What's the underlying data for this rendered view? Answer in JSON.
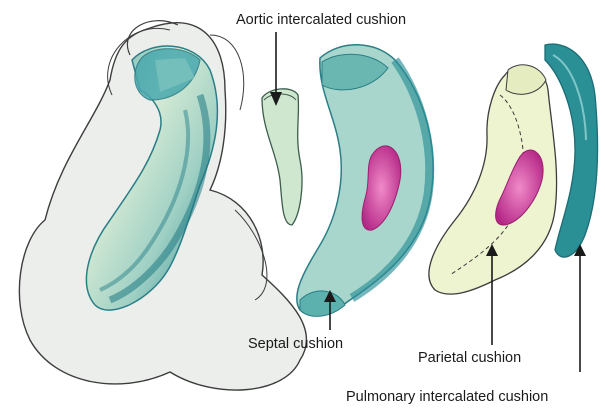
{
  "labels": {
    "aortic": "Aortic intercalated cushion",
    "septal": "Septal cushion",
    "parietal": "Parietal cushion",
    "pulmonary": "Pulmonary intercalated cushion"
  },
  "colors": {
    "heart_outline_fill": "#e9ebe9",
    "teal_dark": "#2b8f96",
    "teal_mid": "#5cb0ae",
    "teal_light": "#a8d6cc",
    "mint": "#cfe6cf",
    "cream": "#eef3d0",
    "magenta": "#c2379a",
    "ink": "#1a1a1a"
  }
}
